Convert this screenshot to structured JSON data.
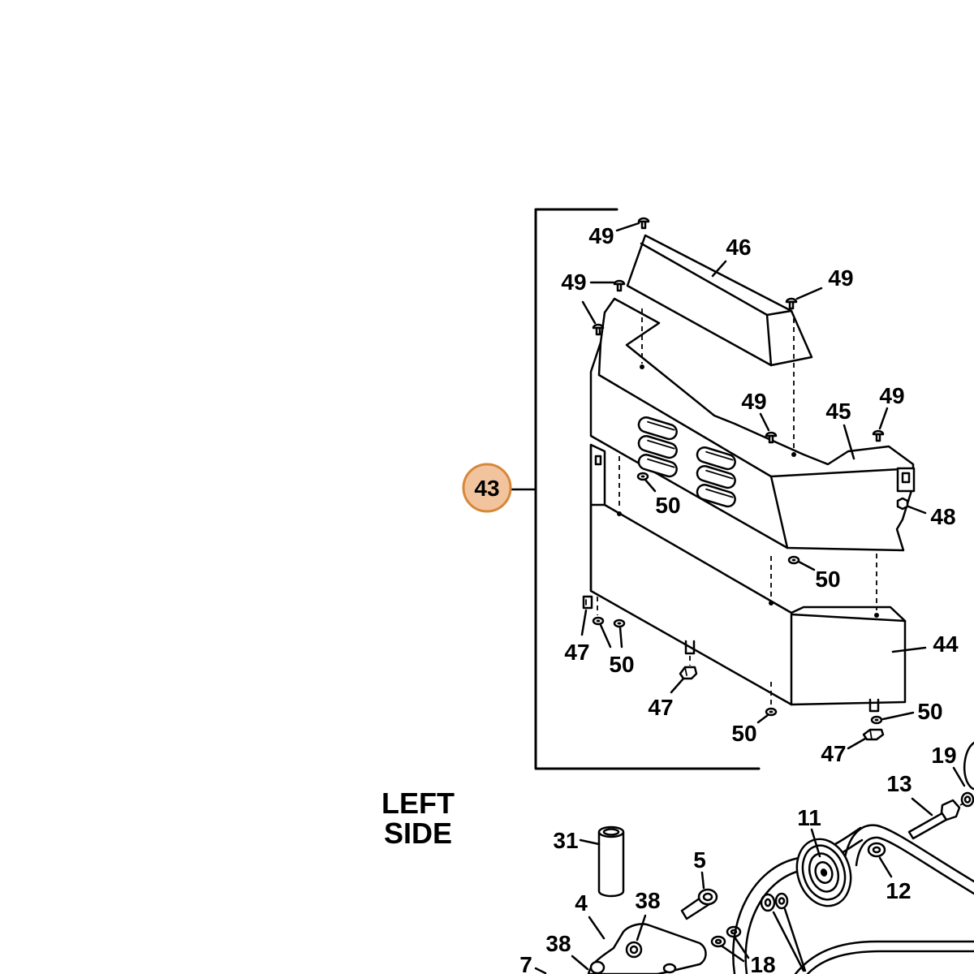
{
  "highlight": {
    "part": "43"
  },
  "callouts": [
    "49",
    "46",
    "49",
    "49",
    "49",
    "45",
    "49",
    "50",
    "48",
    "50",
    "44",
    "47",
    "50",
    "47",
    "50",
    "50",
    "47",
    "19",
    "13",
    "11",
    "12",
    "31",
    "5",
    "4",
    "38",
    "38",
    "7",
    "18"
  ],
  "side_label": {
    "line1": "LEFT",
    "line2": "SIDE"
  },
  "colors": {
    "ink": "#000000",
    "background": "#ffffff",
    "highlight_fill": "#f1c49e",
    "highlight_stroke": "#d8873a",
    "highlight_text": "#5a2c0c"
  }
}
